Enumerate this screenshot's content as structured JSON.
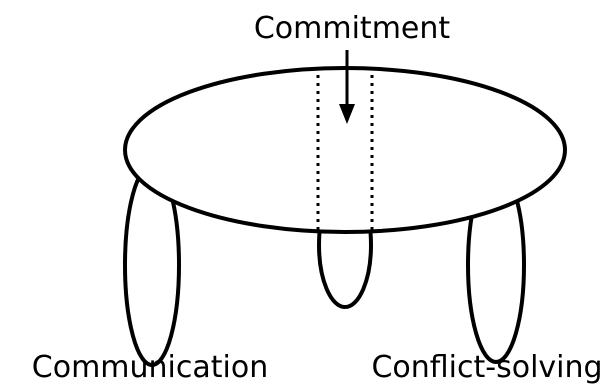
{
  "labels": {
    "top": "Commitment",
    "bottom_left": "Communication",
    "bottom_right": "Conflict-solving"
  },
  "colors": {
    "stroke": "#000000",
    "fill": "#ffffff",
    "text": "#000000"
  }
}
